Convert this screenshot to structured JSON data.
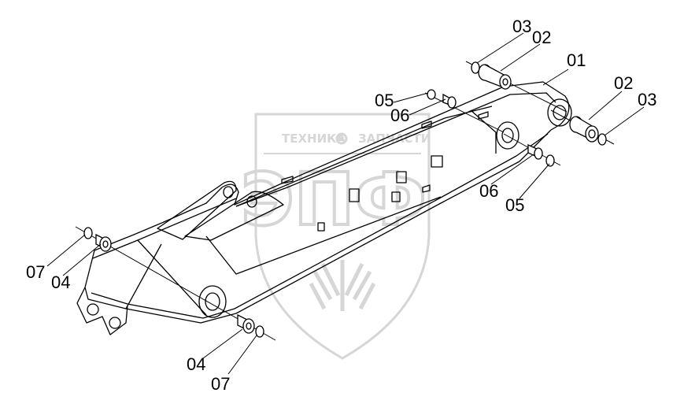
{
  "watermark": {
    "line1_left": "ТЕХНИКА",
    "line1_right": "ЗАПЧАСТИ",
    "logo": "ЭПФ",
    "color": "#d6d6d6",
    "icon": "gear-icon"
  },
  "parts": {
    "p01": "01",
    "p02": "02",
    "p03": "03",
    "p04": "04",
    "p05": "05",
    "p06": "06",
    "p07": "07"
  },
  "colors": {
    "line": "#000000",
    "background": "#ffffff"
  }
}
